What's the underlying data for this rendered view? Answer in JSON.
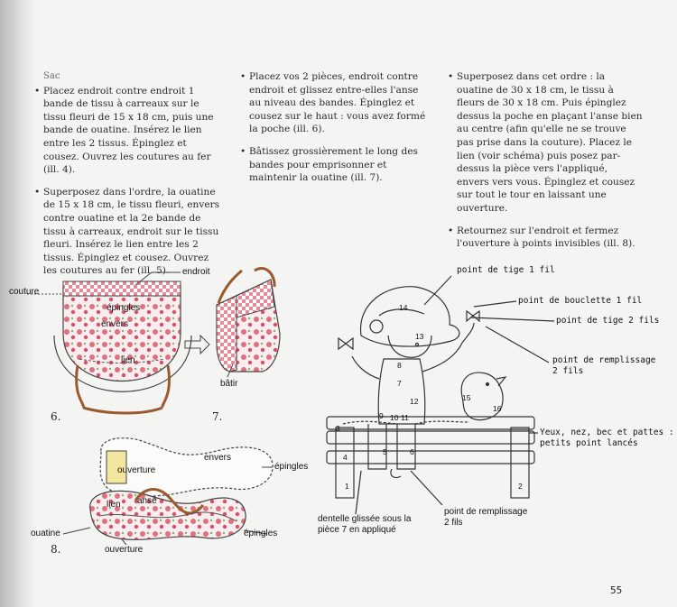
{
  "section_title": "Sac",
  "columns": [
    {
      "paragraphs": [
        "Placez endroit contre endroit 1 bande de tissu à carreaux sur le tissu fleuri de 15 x 18 cm, puis une bande de ouatine. Insérez le lien entre les 2 tissus. Épinglez et cousez. Ouvrez les coutures au fer (ill. 4).",
        "Superposez dans l'ordre, la ouatine de 15 x 18 cm, le tissu fleuri, envers contre ouatine et la 2e bande de tissu à carreaux, endroit sur le tissu fleuri. Insérez le lien entre les 2 tissus. Épinglez et cousez. Ouvrez les coutures au fer (ill. 5)."
      ]
    },
    {
      "paragraphs": [
        "Placez vos 2 pièces, endroit contre endroit et glissez entre-elles l'anse au niveau des bandes. Épinglez et cousez sur le haut : vous avez formé la poche (ill. 6).",
        "Bâtissez grossièrement le long des bandes pour emprisonner et maintenir la ouatine (ill. 7)."
      ]
    },
    {
      "paragraphs": [
        "Superposez dans cet ordre : la ouatine de 30 x 18 cm, le tissu à fleurs de 30 x 18 cm. Puis épinglez dessus la poche en plaçant l'anse bien au centre (afin qu'elle ne se trouve pas prise dans la couture). Placez le lien (voir schéma) puis posez par-dessus la pièce vers l'appliqué, envers vers vous. Épinglez et cousez sur tout le tour en laissant une ouverture.",
        "Retournez sur l'endroit et fermez l'ouverture à points invisibles (ill. 8)."
      ]
    }
  ],
  "figures": {
    "fig6": {
      "number": "6.",
      "labels": {
        "couture": "couture",
        "endroit": "endroit",
        "epingles": "épingles",
        "envers": "envers",
        "lien": "lien"
      }
    },
    "fig7": {
      "number": "7.",
      "labels": {
        "batir": "bâtir"
      }
    },
    "fig8": {
      "number": "8.",
      "labels": {
        "envers": "envers",
        "ouverture_top": "ouverture",
        "epingles_right": "épingles",
        "lien": "lien",
        "anse": "anse",
        "ouatine": "ouatine",
        "ouverture_bottom": "ouverture",
        "epingles_bottom": "épingles"
      }
    }
  },
  "embroidery": {
    "labels": {
      "tige1": "point de tige 1 fil",
      "bouclette": "point de bouclette 1 fil",
      "tige2": "point de tige 2 fils",
      "remplissage_right_1": "point de remplissage",
      "remplissage_right_2": "2 fils",
      "yeux_1": "Yeux, nez, bec et pattes :",
      "yeux_2": "petits point lancés",
      "dentelle_1": "dentelle glissée sous la",
      "dentelle_2": "pièce 7 en appliqué",
      "remplissage_bottom_1": "point de remplissage",
      "remplissage_bottom_2": "2 fils"
    },
    "piece_numbers": [
      "1",
      "2",
      "3",
      "4",
      "5",
      "6",
      "7",
      "8",
      "9",
      "10",
      "11",
      "12",
      "13",
      "14",
      "15",
      "16"
    ]
  },
  "page_number": "55",
  "colors": {
    "ink": "#2a2a2a",
    "fabric_red": "#d9536a",
    "handle_brown": "#9a5a2e",
    "wadding_yellow": "#f2e7a0"
  }
}
